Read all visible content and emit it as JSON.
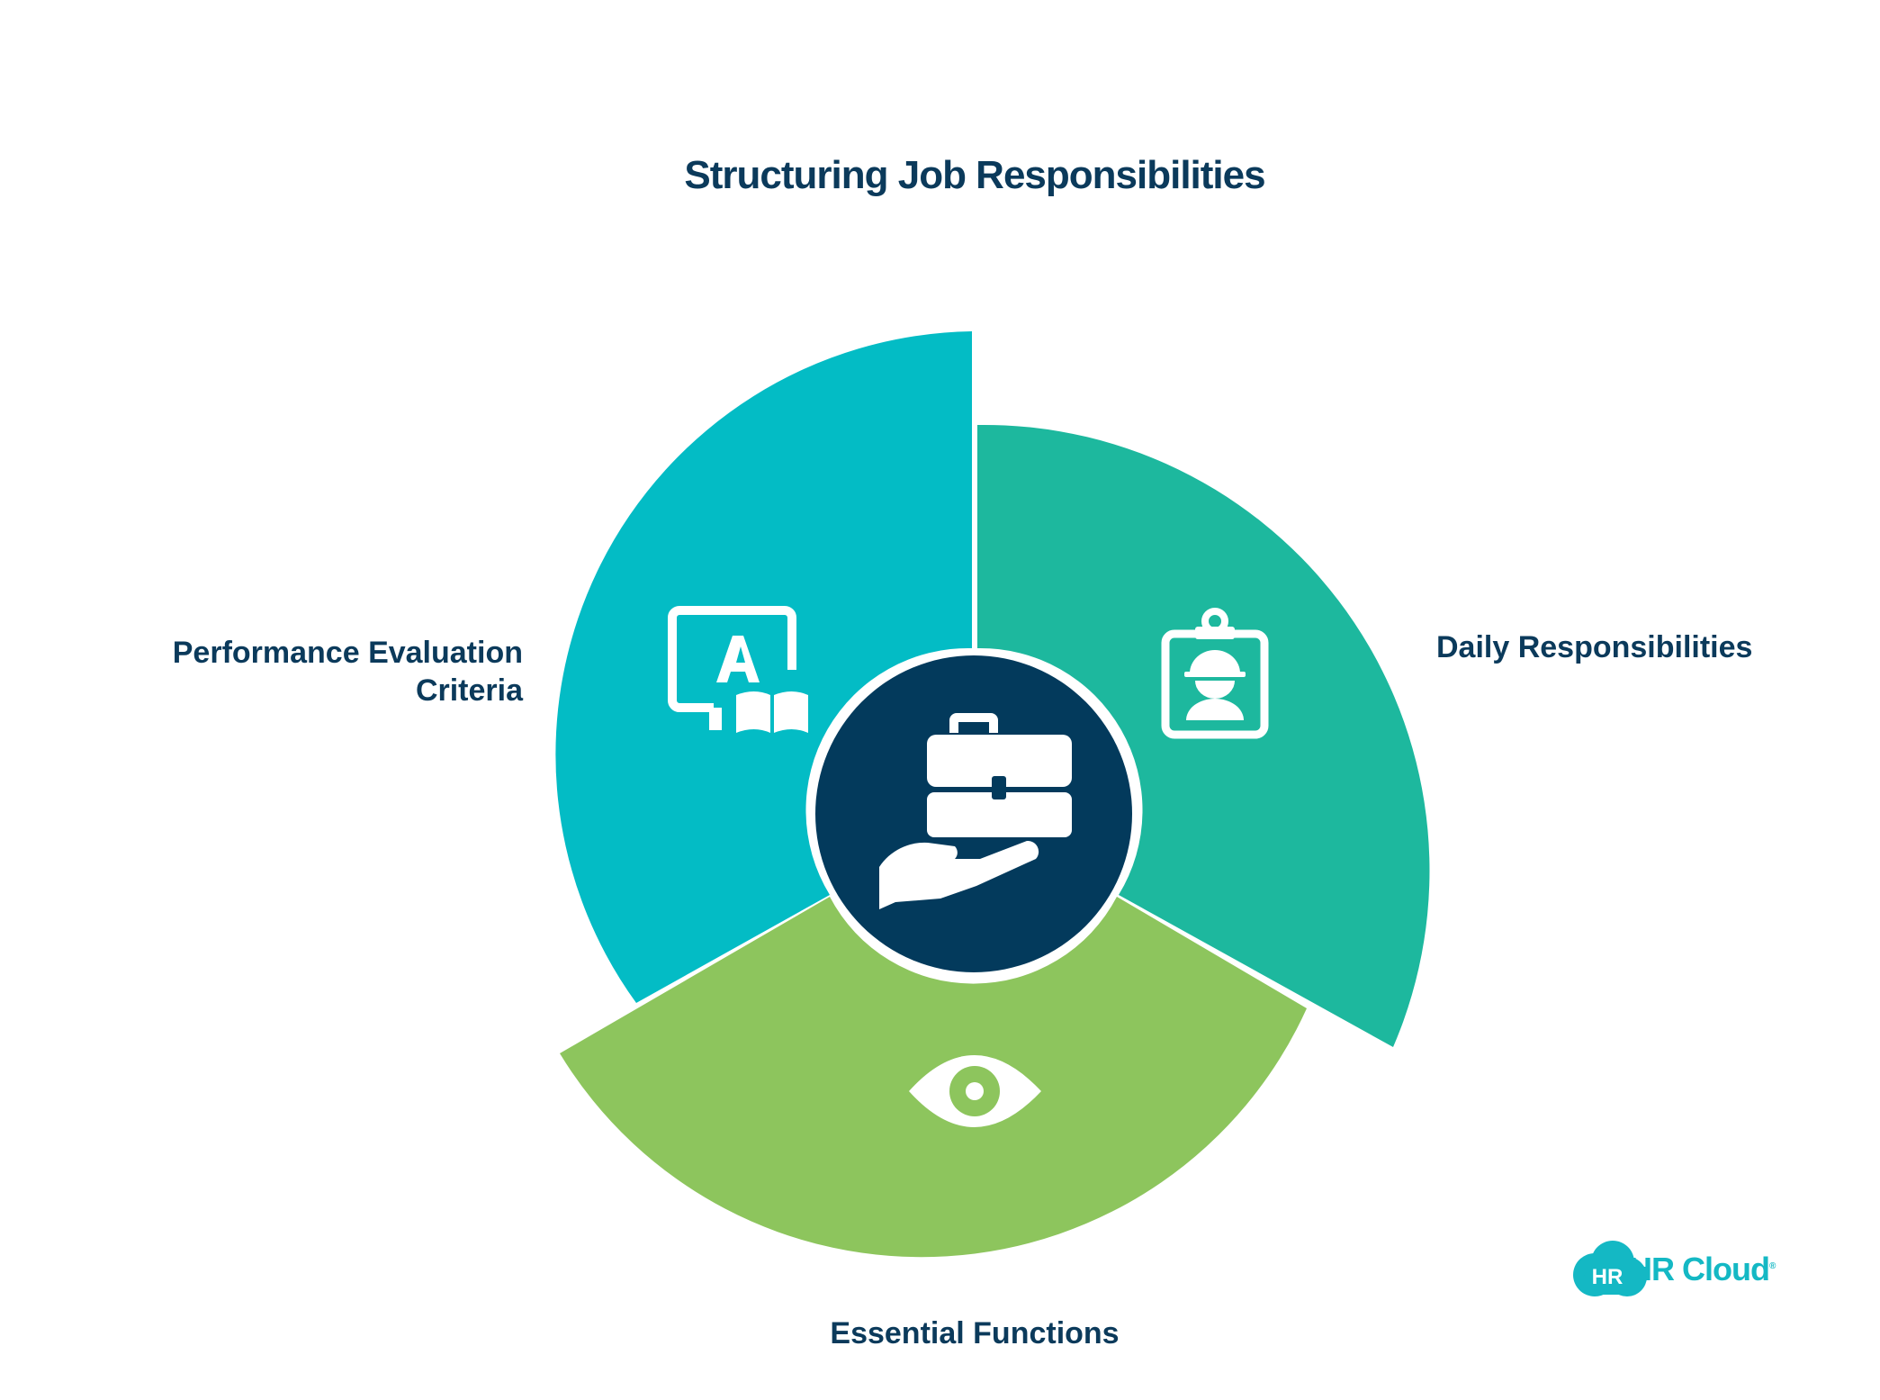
{
  "title": "Structuring Job Responsibilities",
  "segments": [
    {
      "label_line1": "Performance Evaluation",
      "label_line2": "Criteria",
      "color": "#03bcc5",
      "icon": "monitor-book-icon"
    },
    {
      "label": "Daily Responsibilities",
      "color": "#1db89e",
      "icon": "worker-badge-icon"
    },
    {
      "label": "Essential Functions",
      "color": "#8dc55d",
      "icon": "eye-icon"
    }
  ],
  "center": {
    "color": "#033a5c",
    "icon": "briefcase-hand-icon"
  },
  "brand": {
    "mark": "HR",
    "name": "HR Cloud",
    "registered": "®",
    "color": "#14b8c4"
  }
}
